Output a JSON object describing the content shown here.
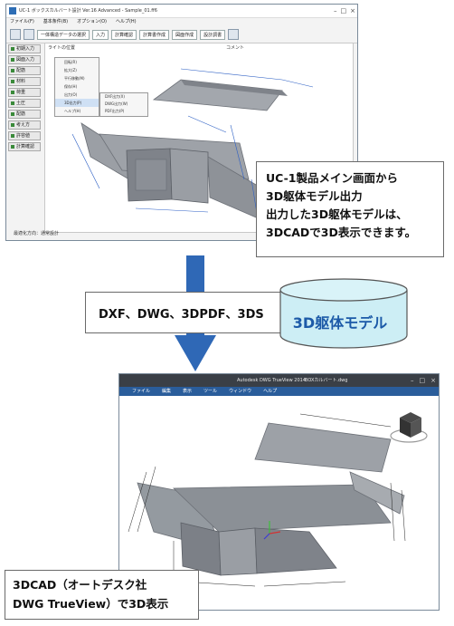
{
  "top_window": {
    "title": "UC-1 ボックスカルバート設計 Ver.16 Advanced - Sample_01.ff6",
    "menu": [
      "ファイル(F)",
      "基本条件(B)",
      "オプション(O)",
      "ヘルプ(H)"
    ],
    "toolbar_buttons": [
      "一体構造データの選択",
      "入力",
      "計算確認",
      "計算書作成",
      "図面作成",
      "設計調書"
    ],
    "side_buttons": [
      "初期入力",
      "図面入力",
      "配筋",
      "材料",
      "荷重",
      "土圧",
      "配筋",
      "考え方",
      "許容値",
      "計算確認"
    ],
    "view_header": "ライトの位置",
    "view_header2": "コメント",
    "context_menu": [
      "回転(R)",
      "拡大(Z)",
      "平行移動(M)",
      "保存(H)",
      "出力(O)",
      "3D出力(P)",
      "ヘルプ(H)"
    ],
    "submenu": [
      "DXF出力(X)",
      "DWG出力(W)",
      "PDF出力(P)"
    ],
    "status": "最適化方向：通常設計"
  },
  "callout": {
    "line1": "UC-1製品メイン画面から",
    "line2": "3D躯体モデル出力",
    "line3": "出力した3D躯体モデルは、",
    "line4": "3DCADで3D表示できます。"
  },
  "formats": "DXF、DWG、3DPDF、3DS",
  "model_label": "3D躯体モデル",
  "bottom_window": {
    "title": "Autodesk DWG TrueView 2014",
    "file": "BOXカルバート.dwg",
    "menu": [
      "ファイル",
      "編集",
      "表示",
      "ツール",
      "ウィンドウ",
      "ヘルプ"
    ]
  },
  "caption": {
    "line1": "3DCAD（オートデスク社",
    "line2": "DWG TrueView）で3D表示"
  },
  "colors": {
    "arrow": "#2f68b6",
    "cylinder": "#cdeef5",
    "model_gray": "#8f939a",
    "dim_line": "#2c5fc4"
  }
}
